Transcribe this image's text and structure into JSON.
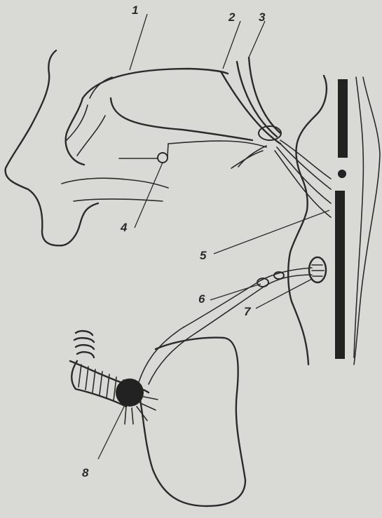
{
  "labels": [
    "1",
    "2",
    "3",
    "4",
    "5",
    "6",
    "7",
    "8"
  ],
  "colors": {
    "background": "#d9d9d6",
    "ink": "#2b2b2b"
  }
}
